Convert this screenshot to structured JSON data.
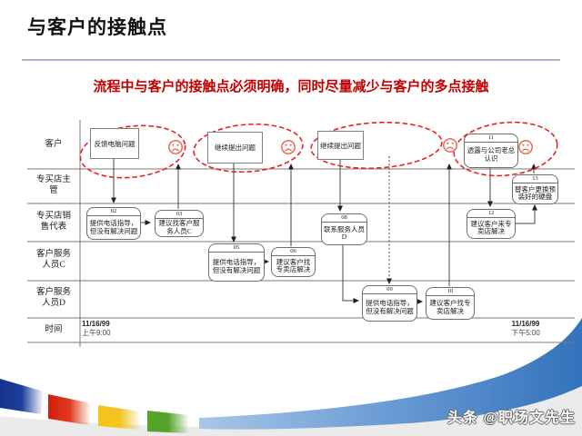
{
  "header": {
    "title": "与客户的接触点",
    "subtitle": "流程中与客户的接触点必须明确，同时尽量减少与客户的多点接触"
  },
  "diagram": {
    "lanes": [
      {
        "label": "客户"
      },
      {
        "label": "专买店主管"
      },
      {
        "label": "专买店销售代表"
      },
      {
        "label": "客户服务人员C"
      },
      {
        "label": "客户服务人员D"
      },
      {
        "label": "时间"
      }
    ],
    "boxes": [
      {
        "num": "",
        "text": "反馈电脑问题",
        "lane": "客户"
      },
      {
        "num": "",
        "text": "继续提出问题",
        "lane": "客户"
      },
      {
        "num": "",
        "text": "继续提出问题",
        "lane": "客户"
      },
      {
        "num": "11",
        "text": "透露与公司老总认识",
        "lane": "客户"
      },
      {
        "num": "13",
        "text": "替客户更换预装好的硬盘",
        "lane": "专买店主管"
      },
      {
        "num": "02",
        "text": "提供电话指导，但没有解决问题",
        "lane": "专买店销售代表"
      },
      {
        "num": "03",
        "text": "建议找客户服务人员C",
        "lane": "专买店销售代表"
      },
      {
        "num": "08",
        "text": "联系服务人员D",
        "lane": "专买店销售代表"
      },
      {
        "num": "12",
        "text": "建议客户来专卖店解决",
        "lane": "专买店销售代表"
      },
      {
        "num": "05",
        "text": "提供电话指导，但没有解决问题",
        "lane": "客户服务人员C"
      },
      {
        "num": "06",
        "text": "建议客户找专卖店解决",
        "lane": "客户服务人员C"
      },
      {
        "num": "09",
        "text": "提供电话指导，但没有解决问题",
        "lane": "客户服务人员D"
      },
      {
        "num": "10",
        "text": "建议客户找专卖店解决",
        "lane": "客户服务人员D"
      }
    ],
    "edges": [
      "0>5",
      "5>6",
      "6>customer",
      "1>9",
      "9>10",
      "10>customer",
      "2>7",
      "7>11(L)",
      "customer>11(dashed)",
      "11>12",
      "12>customer",
      "3>8",
      "8>4(L)",
      "4>customer"
    ],
    "sad_faces": 4,
    "highlight_ellipses": 4,
    "time_start": {
      "date": "11/16/99",
      "time": "上午9:00"
    },
    "time_end": {
      "date": "11/16/99",
      "time": "下午5:00"
    }
  },
  "footer": {
    "watermark": "头条 @职场文先生"
  },
  "colors": {
    "subtitle_red": "#c00000",
    "title_rule": "#a7b4c9",
    "ellipse_red": "#e82222",
    "face_orange": "#e8604c",
    "swoosh_blue": "#3372bc",
    "bar_navy": "#15338c",
    "bar_red": "#d41d10",
    "bar_yellow": "#f3c51d",
    "bar_green": "#55a42a",
    "footer_gray": "#ebebeb"
  }
}
